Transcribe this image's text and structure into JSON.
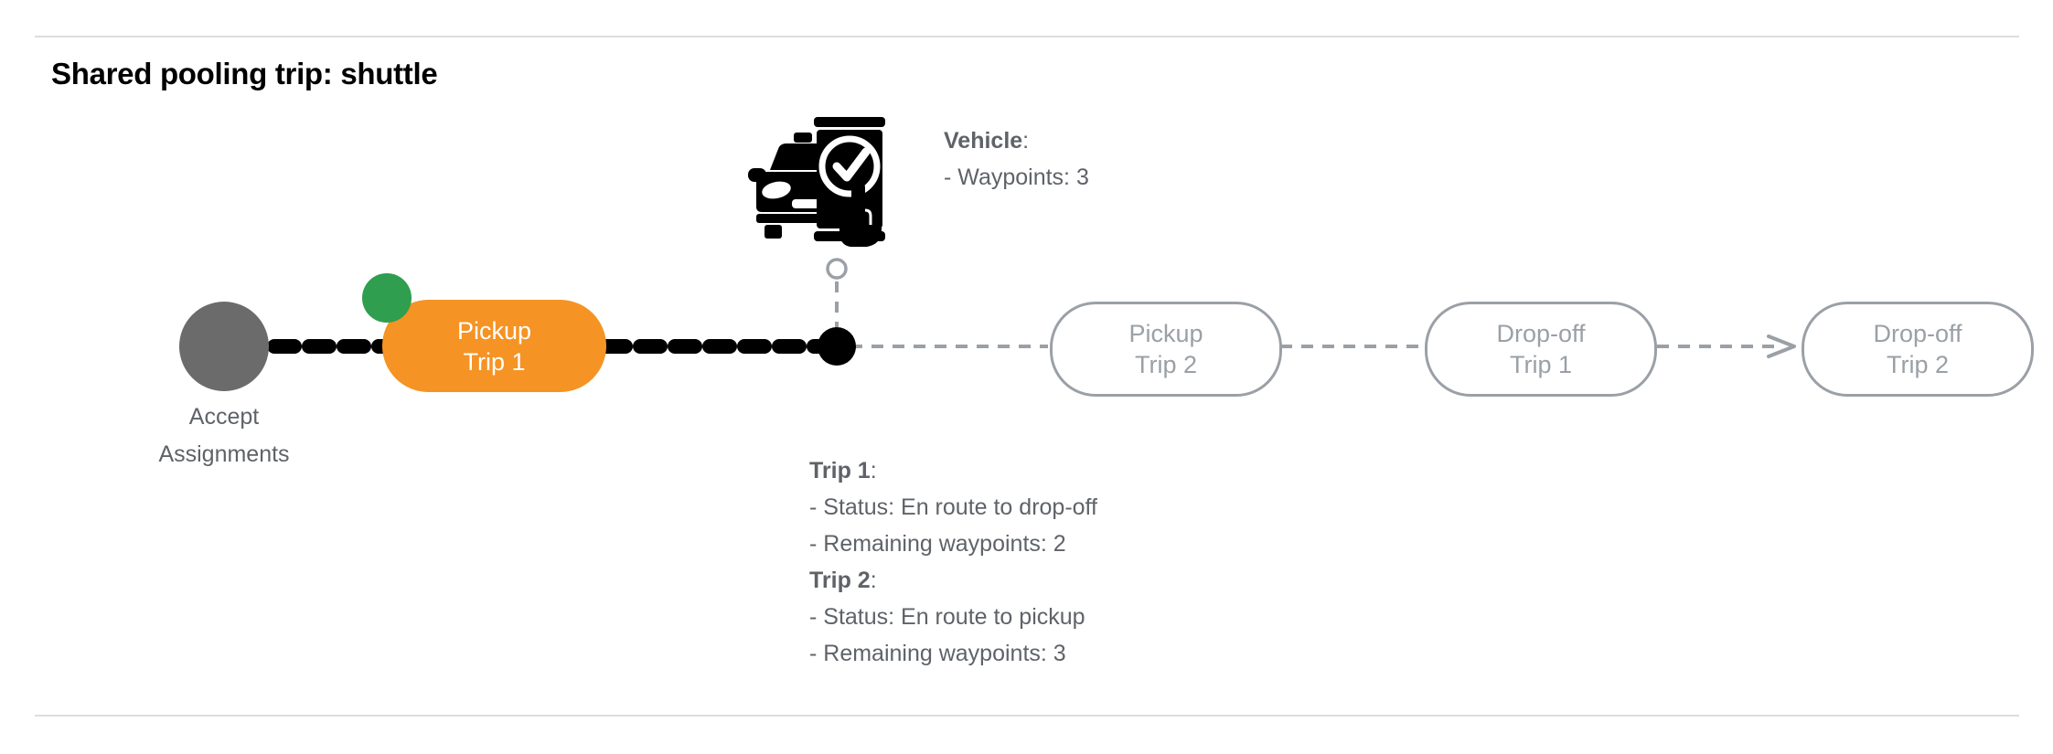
{
  "header": {
    "title": "Shared pooling trip: shuttle"
  },
  "colors": {
    "active_pill": "#f59324",
    "check_badge": "#2f9e4f",
    "accept_circle": "#6b6b6b",
    "pending_outline": "#9aa0a6",
    "pending_text": "#9aa0a6",
    "body_text": "#5f6368",
    "title_text": "#000000",
    "route_done": "#000000",
    "route_pending": "#9aa0a6",
    "divider": "#dddddd"
  },
  "flow": {
    "start_node": {
      "icon": "check-circle-icon",
      "label": "Accept\nAssignments"
    },
    "active_stop": {
      "line1": "Pickup",
      "line2": "Trip 1",
      "badge_icon": "check-badge-icon",
      "state": "completed"
    },
    "vehicle_marker": {
      "icon": "vehicle-phone-check-icon",
      "connector_icon": "hollow-circle-icon",
      "position_icon": "filled-dot-icon"
    },
    "pending_stops": [
      {
        "line1": "Pickup",
        "line2": "Trip 2",
        "state": "pending"
      },
      {
        "line1": "Drop-off",
        "line2": "Trip 1",
        "state": "pending"
      },
      {
        "line1": "Drop-off",
        "line2": "Trip 2",
        "state": "pending"
      }
    ]
  },
  "vehicle_info": {
    "heading": "Vehicle",
    "heading_suffix": ":",
    "waypoints_line": "- Waypoints: 3"
  },
  "trips_info": {
    "trip1": {
      "heading": "Trip 1",
      "heading_suffix": ":",
      "status_line": "- Status:  En route to drop-off",
      "waypoints_line": "- Remaining waypoints: 2"
    },
    "trip2": {
      "heading": "Trip 2",
      "heading_suffix": ":",
      "status_line": "- Status:  En route to pickup",
      "waypoints_line": "- Remaining waypoints: 3"
    }
  }
}
